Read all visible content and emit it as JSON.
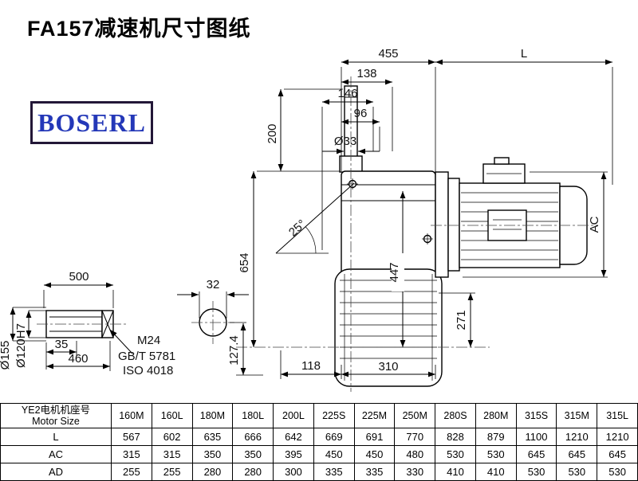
{
  "page": {
    "title": "FA157减速机尺寸图纸",
    "logo": "BOSERL"
  },
  "drawing": {
    "dims": {
      "w455": "455",
      "L": "L",
      "w138": "138",
      "w146": "146",
      "w96": "96",
      "dia33": "Ø33",
      "h200": "200",
      "ang25": "25°",
      "h654": "654",
      "h447": "447",
      "h271": "271",
      "AC": "AC",
      "w118": "118",
      "w310": "310",
      "len500": "500",
      "w32": "32",
      "w35": "35",
      "len460": "460",
      "dia155": "Ø155",
      "dia120": "Ø120H7",
      "thread": "M24",
      "std1": "GB/T 5781",
      "std2": "ISO 4018",
      "h127": "127.4"
    }
  },
  "table": {
    "header_cn": "YE2电机机座号",
    "header_en": "Motor Size",
    "sizes": [
      "160M",
      "160L",
      "180M",
      "180L",
      "200L",
      "225S",
      "225M",
      "250M",
      "280S",
      "280M",
      "315S",
      "315M",
      "315L"
    ],
    "rows": [
      {
        "label": "L",
        "values": [
          "567",
          "602",
          "635",
          "666",
          "642",
          "669",
          "691",
          "770",
          "828",
          "879",
          "1100",
          "1210",
          "1210"
        ]
      },
      {
        "label": "AC",
        "values": [
          "315",
          "315",
          "350",
          "350",
          "395",
          "450",
          "450",
          "480",
          "530",
          "530",
          "645",
          "645",
          "645"
        ]
      },
      {
        "label": "AD",
        "values": [
          "255",
          "255",
          "280",
          "280",
          "300",
          "335",
          "335",
          "330",
          "410",
          "410",
          "530",
          "530",
          "530"
        ]
      }
    ]
  }
}
